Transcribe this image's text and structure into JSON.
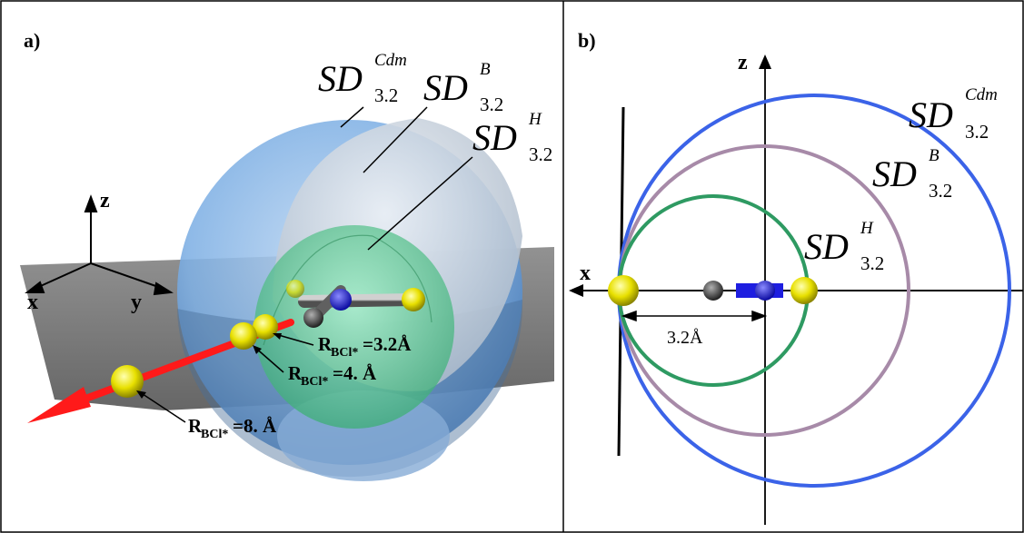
{
  "panels": {
    "a": {
      "label": "a)",
      "axes": {
        "z": "z",
        "x": "x",
        "y": "y"
      },
      "sd_labels": [
        {
          "main": "SD",
          "sup": "Cdm",
          "sub": "3.2"
        },
        {
          "main": "SD",
          "sup": "B",
          "sub": "3.2"
        },
        {
          "main": "SD",
          "sup": "H",
          "sub": "3.2"
        }
      ],
      "distance_labels": [
        {
          "main": "R",
          "sub": "BCl*",
          "value": "=3.2Å"
        },
        {
          "main": "R",
          "sub": "BCl*",
          "value": "=4. Å"
        },
        {
          "main": "R",
          "sub": "BCl*",
          "value": "=8. Å"
        }
      ]
    },
    "b": {
      "label": "b)",
      "axes": {
        "z": "z",
        "x": "x"
      },
      "sd_labels": [
        {
          "main": "SD",
          "sup": "Cdm",
          "sub": "3.2",
          "color": "#3b63e8"
        },
        {
          "main": "SD",
          "sup": "B",
          "sub": "3.2",
          "color": "#a78aa8"
        },
        {
          "main": "SD",
          "sup": "H",
          "sub": "3.2",
          "color": "#2e9a62"
        }
      ],
      "distance": "3.2Å"
    }
  },
  "colors": {
    "cdm_sphere": "#6f9fd8",
    "b_sphere": "#c9d3e0",
    "h_sphere": "#4fc58a",
    "plane": "#7a7a7a",
    "arrow": "#ff1a1a",
    "atom_yellow": "#e8e000",
    "atom_blue": "#1e1ee0",
    "atom_dark": "#3a3a3a"
  }
}
